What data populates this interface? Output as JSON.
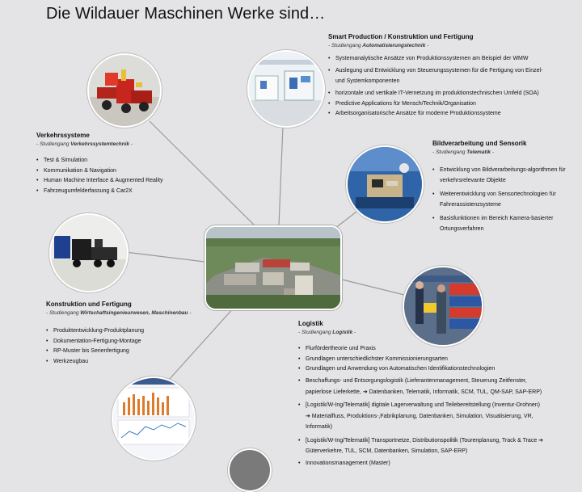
{
  "page_title": "Die Wildauer Maschinen Werke sind…",
  "sections": {
    "smart_production": {
      "heading": "Smart Production / Konstruktion und Fertigung",
      "sub_prefix": "- Studiengang ",
      "sub_name": "Automatisierungstechnik",
      "sub_suffix": " -",
      "items": [
        "Systemanalytische Ansätze von Produktionssystemen am Beispiel der WMW",
        "Auslegung und Entwicklung von Steuerungssystemen für die Fertigung von Einzel- und Systemkomponenten",
        "horizontale und vertikale IT-Vernetzung im produktionstechnischen Umfeld (SOA)",
        "Predictive Applications für Mensch/Technik/Organisation",
        "Arbeitsorganisatorische Ansätze für moderne Produktionssysteme"
      ]
    },
    "verkehr": {
      "heading": "Verkehrssysteme",
      "sub_prefix": "- Studiengang ",
      "sub_name": "Verkehrssystemtechnik",
      "sub_suffix": " -",
      "items": [
        "Test & Simulation",
        "Kommunikation & Navigation",
        "Human Machine Interface & Augmented Reality",
        "Fahrzeugumfelderfassung & Car2X"
      ]
    },
    "bild": {
      "heading": "Bildverarbeitung und Sensorik",
      "sub_prefix": "- Studiengang ",
      "sub_name": "Telematik",
      "sub_suffix": " -",
      "items": [
        "Entwicklung von Bildverarbeitungs-algorithmen für verkehrsrelevante Objekte",
        "Weiterentwicklung von Sensortechnologien für Fahrerassistenzsysteme",
        "Basisfunktionen im Bereich Kamera-basierter Ortungsverfahren"
      ]
    },
    "konstruktion": {
      "heading": "Konstruktion und Fertigung",
      "sub_prefix": "- Studiengang ",
      "sub_name": "Wirtschaftsingenieurwesen, Maschinenbau",
      "sub_suffix": " -",
      "items": [
        "Produktentwicklung-Produktplanung",
        "Dokumentation-Fertigung-Montage",
        "RP-Muster bis Serienfertigung",
        "Werkzeugbau"
      ]
    },
    "logistik": {
      "heading": "Logistik",
      "sub_prefix": "- Studiengang ",
      "sub_name": "Logistik",
      "sub_suffix": " -",
      "items": [
        "Flurfördertheorie und Praxis",
        "Grundlagen unterschiedlichster Kommissionierungsarten",
        "Grundlagen und Anwendung von Automatischen Identifikationstechnologien",
        "Beschaffungs- und Entsorgungslogistik (Lieferantenmanagement, Steuerung Zeitfenster, papierlose Lieferkette, ➔ Datenbanken, Telematik, Informatik, SCM, TUL, QM-SAP, SAP-ERP)",
        "[Logistik/W-Ing/Telematik] digitale Lagerverwaltung und Teilebereitstellung (Inventur-Drohnen) ➔ Materialfluss, Produktions-,Fabrikplanung, Datenbanken, Simulation, Visualisierung, VR, Informatik)",
        "[Logistik/W-Ing/Telematik] Transportnetze, Distributionspolitik (Tourenplanung, Track & Trace ➔ Güterverkehre, TUL, SCM, Datenbanken, Simulation, SAP-ERP)",
        "Innovationsmanagement (Master)"
      ]
    }
  }
}
